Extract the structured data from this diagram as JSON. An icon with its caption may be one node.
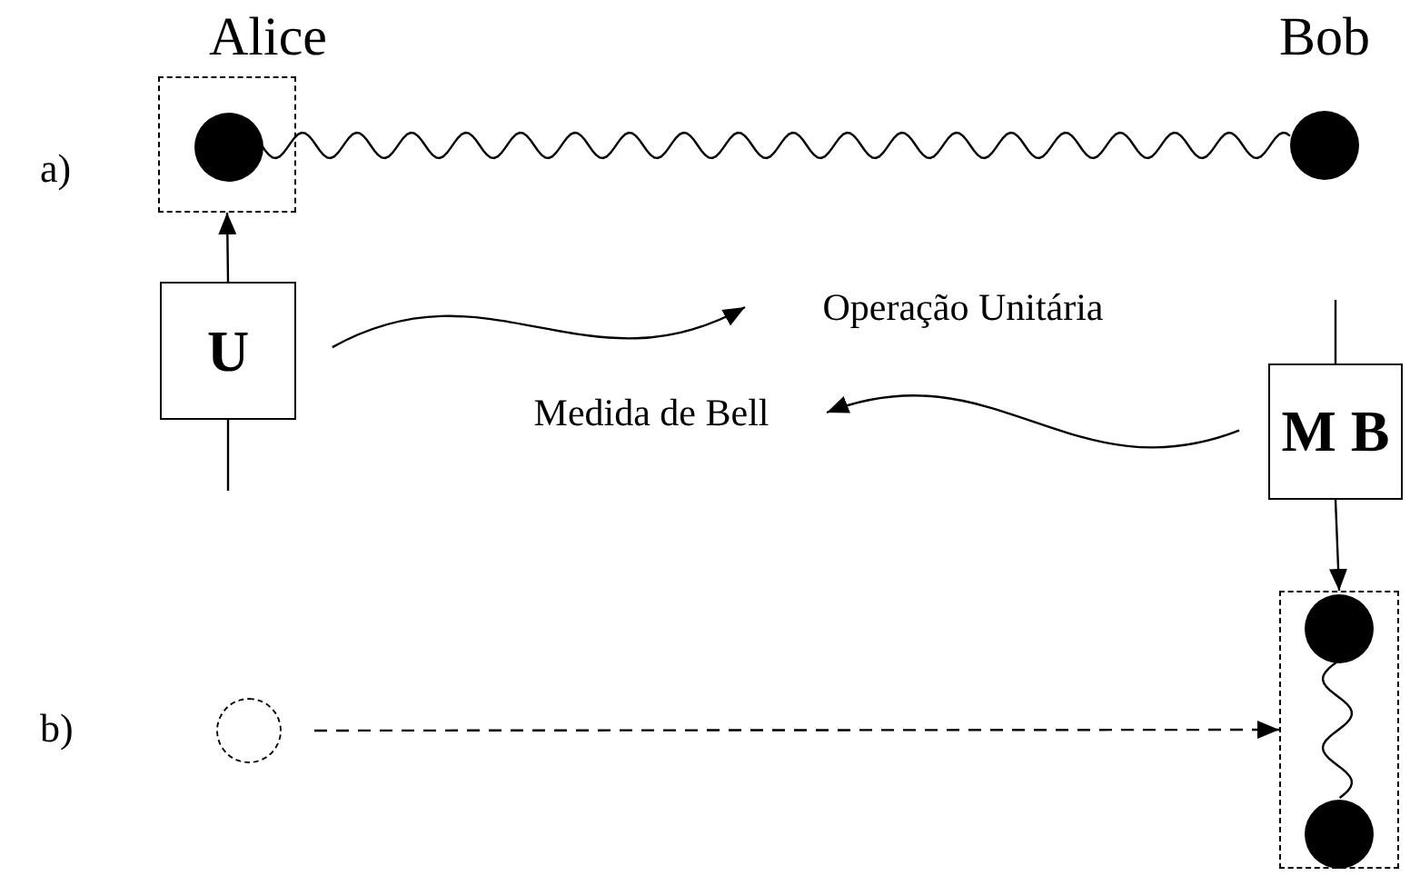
{
  "diagram": {
    "nodes": [
      {
        "text": [],
        "shape": "box"
      },
      {
        "text": [],
        "shape": "circle",
        "in": 0
      },
      {
        "text": [],
        "shape": "circle"
      },
      {
        "text": [
          "U"
        ]
      },
      {
        "text": [
          "Operação Unitária"
        ]
      },
      {
        "text": [
          "Medida de Bell"
        ]
      },
      {
        "text": [
          "M B"
        ]
      },
      {
        "text": [],
        "shape": "box"
      },
      {
        "text": [],
        "shape": "circle",
        "in": 7
      },
      {
        "text": [],
        "shape": "circle",
        "in": 7
      },
      {
        "text": [],
        "shape": "circle"
      }
    ],
    "edges": [
      {
        "from": 1,
        "to": 2,
        "arrow": "none"
      },
      {
        "from": 3,
        "to": 0,
        "arrow": "to"
      },
      {
        "from": 3,
        "to": null,
        "arrow": "none"
      },
      {
        "from": 3,
        "to": 4,
        "arrow": "to"
      },
      {
        "from": null,
        "to": 6,
        "arrow": "none"
      },
      {
        "from": 6,
        "to": 5,
        "arrow": "to"
      },
      {
        "from": 6,
        "to": 7,
        "arrow": "to"
      },
      {
        "from": 10,
        "to": 7,
        "arrow": "to",
        "style": "dashed"
      },
      {
        "from": 8,
        "to": 9,
        "arrow": "none"
      }
    ],
    "labels": [
      "Alice",
      "Bob",
      "a)",
      "b)"
    ]
  }
}
